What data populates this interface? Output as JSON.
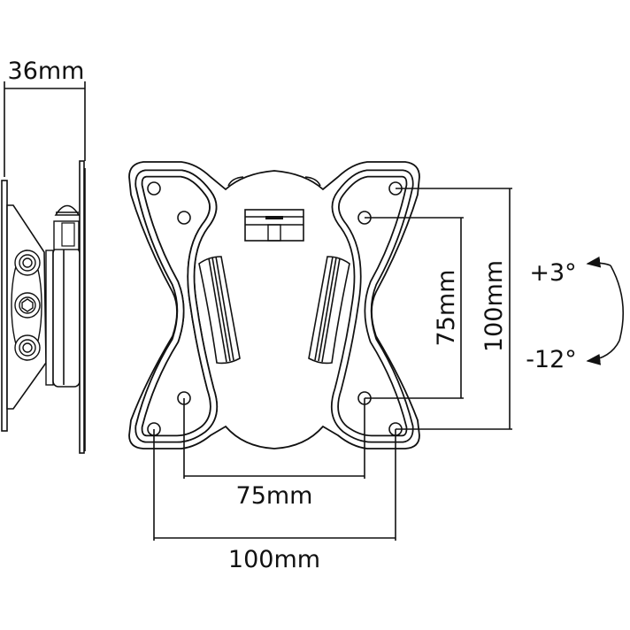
{
  "side_view": {
    "depth_label": "36mm"
  },
  "front_view": {
    "vertical_inner_label": "75mm",
    "vertical_outer_label": "100mm",
    "horizontal_inner_label": "75mm",
    "horizontal_outer_label": "100mm"
  },
  "tilt": {
    "up_label": "+3°",
    "down_label": "-12°"
  },
  "colors": {
    "line": "#111111",
    "background": "#ffffff"
  }
}
